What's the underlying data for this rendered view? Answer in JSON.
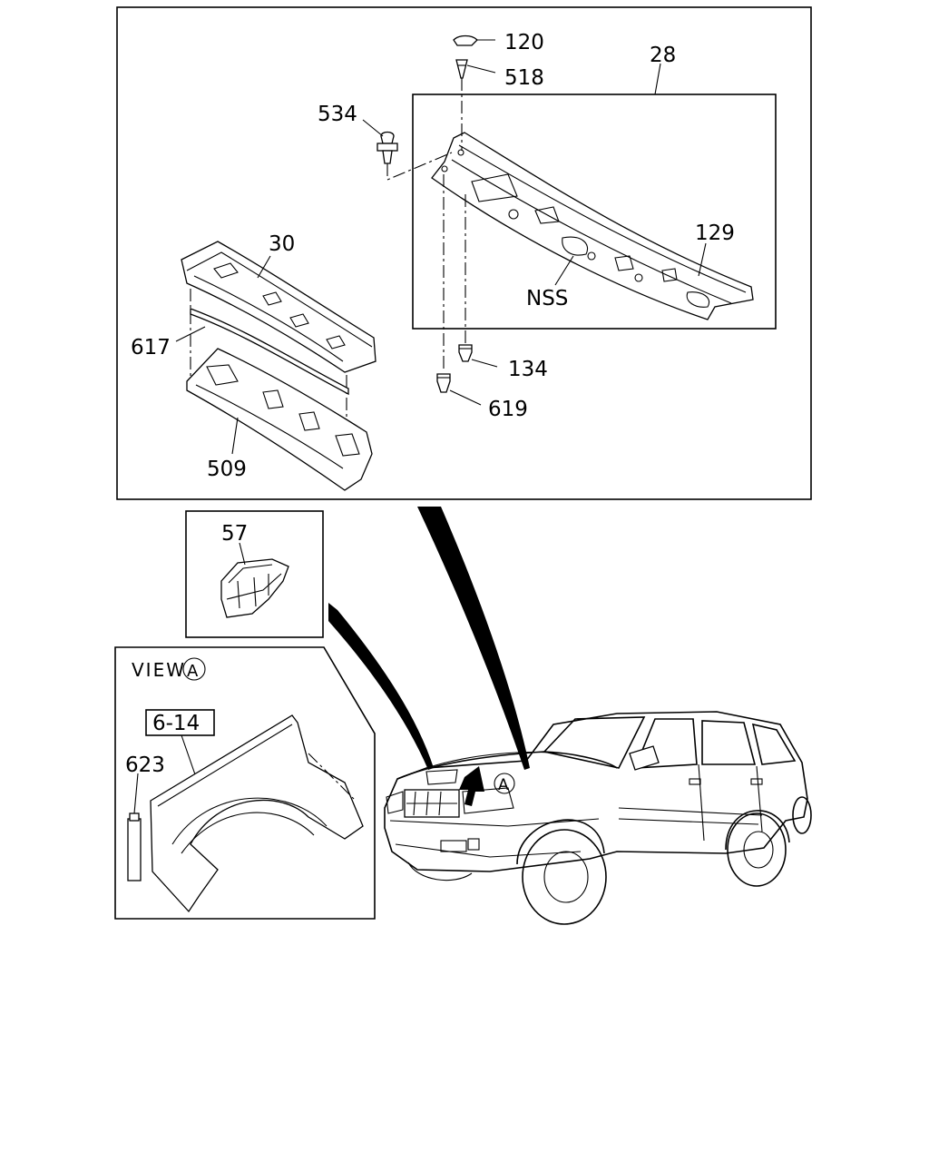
{
  "main_panel": {
    "callouts": {
      "p120": "120",
      "p518": "518",
      "p28": "28",
      "p534": "534",
      "p129": "129",
      "p30": "30",
      "pNSS": "NSS",
      "p617": "617",
      "p134": "134",
      "p619": "619",
      "p509": "509"
    }
  },
  "inset_57": {
    "callout": "57"
  },
  "view_a": {
    "title": "VIEW",
    "circle_letter": "A",
    "ref_box": "6-14",
    "callout": "623"
  },
  "vehicle": {
    "circle_letter": "A"
  }
}
